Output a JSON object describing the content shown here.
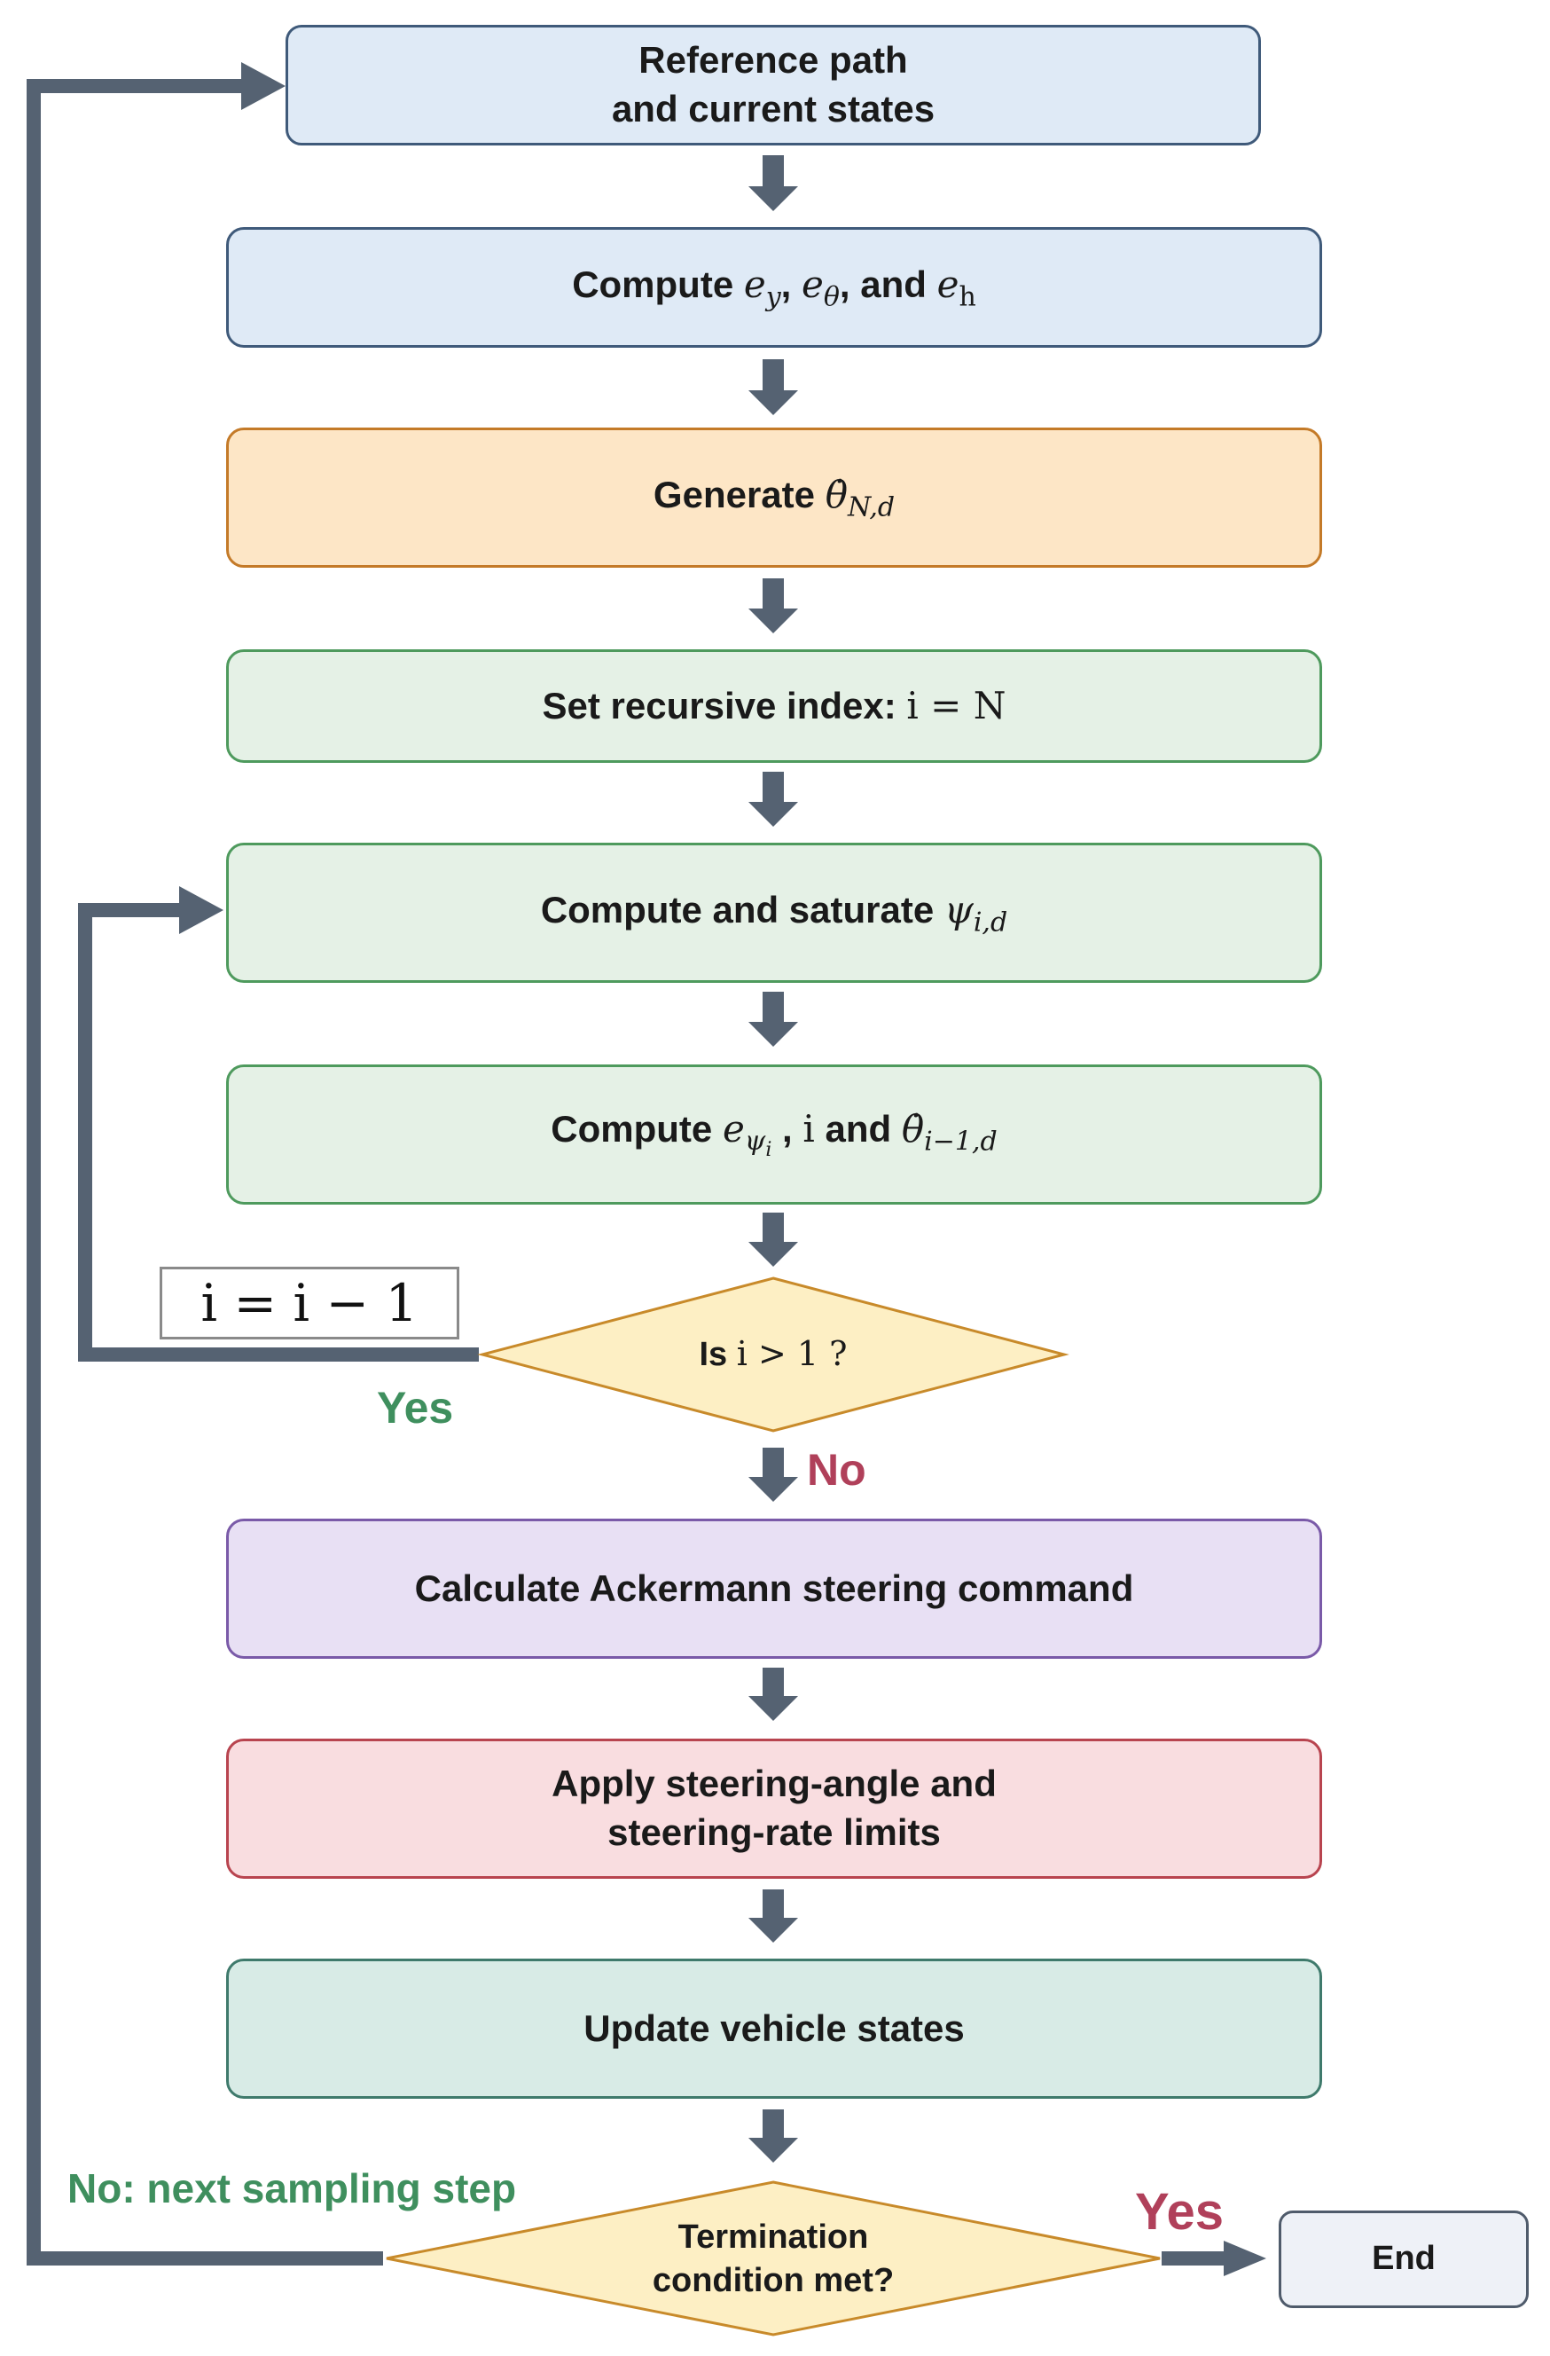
{
  "nodes": {
    "reference": {
      "line1": "Reference path",
      "line2": "and current states"
    },
    "compute_errors": {
      "prefix": "Compute ",
      "e1": "e",
      "s1": "y",
      "sep1": ", ",
      "e2": "e",
      "s2": "θ",
      "sep2": ", and ",
      "e3": "e",
      "s3": "h"
    },
    "generate": {
      "prefix": "Generate ",
      "sym": "θ̇",
      "sub": "N,d"
    },
    "set_index": {
      "prefix": "Set recursive index:  ",
      "expr": "i = N"
    },
    "compute_saturate": {
      "prefix": "Compute and saturate ",
      "sym": "ψ",
      "sub": "i,d"
    },
    "compute_epsi": {
      "prefix": "Compute ",
      "e": "e",
      "sub": "ψ",
      "subsub": "i",
      "mid": " , ",
      "i": "i",
      "and": " and ",
      "sym": "θ̇",
      "sub2": "i−1,d"
    },
    "decision_i": {
      "prefix": "Is ",
      "expr": "i > 1 ?"
    },
    "ackermann": "Calculate Ackermann steering command",
    "limits": {
      "line1": "Apply steering-angle and",
      "line2": "steering-rate limits"
    },
    "update": "Update vehicle states",
    "termination": {
      "line1": "Termination",
      "line2": "condition met?"
    },
    "end": "End"
  },
  "decrement": "i = i − 1",
  "labels": {
    "yes_loop": "Yes",
    "no_exit": "No",
    "no_next": "No: next sampling step",
    "yes_end": "Yes"
  },
  "colors": {
    "arrow": "#556272",
    "yes_green": "#3f8f5e",
    "no_red": "#b0405a"
  }
}
